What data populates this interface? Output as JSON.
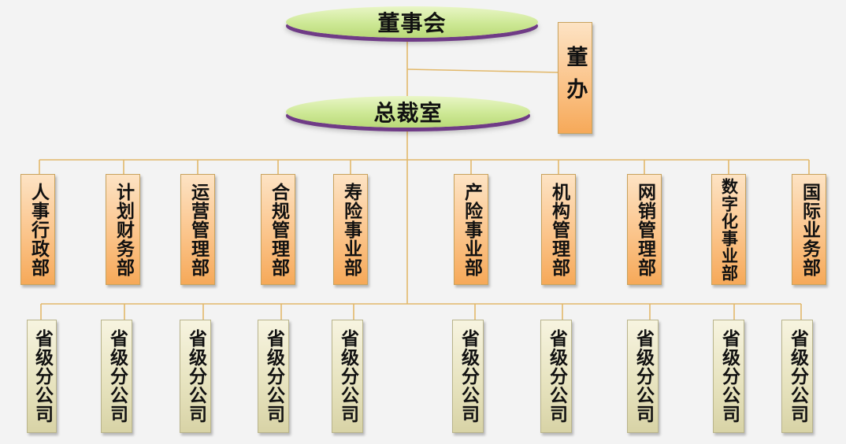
{
  "board": {
    "label": "董事会"
  },
  "president_office": {
    "label": "总裁室"
  },
  "board_office": {
    "label": "董办"
  },
  "departments": [
    {
      "label": "人事行政部"
    },
    {
      "label": "计划财务部"
    },
    {
      "label": "运营管理部"
    },
    {
      "label": "合规管理部"
    },
    {
      "label": "寿险事业部"
    },
    {
      "label": "产险事业部"
    },
    {
      "label": "机构管理部"
    },
    {
      "label": "网销管理部"
    },
    {
      "label": "数字化事业部"
    },
    {
      "label": "国际业务部"
    }
  ],
  "branches": [
    {
      "label": "省级分公司"
    },
    {
      "label": "省级分公司"
    },
    {
      "label": "省级分公司"
    },
    {
      "label": "省级分公司"
    },
    {
      "label": "省级分公司"
    },
    {
      "label": "省级分公司"
    },
    {
      "label": "省级分公司"
    },
    {
      "label": "省级分公司"
    },
    {
      "label": "省级分公司"
    },
    {
      "label": "省级分公司"
    }
  ],
  "colors": {
    "connector": "#e2b86a",
    "ellipse_fill": "#cde895",
    "ellipse_shadow": "#6f3b86",
    "department_fill": "#fbc48a",
    "branch_fill": "#e6e2bd"
  }
}
